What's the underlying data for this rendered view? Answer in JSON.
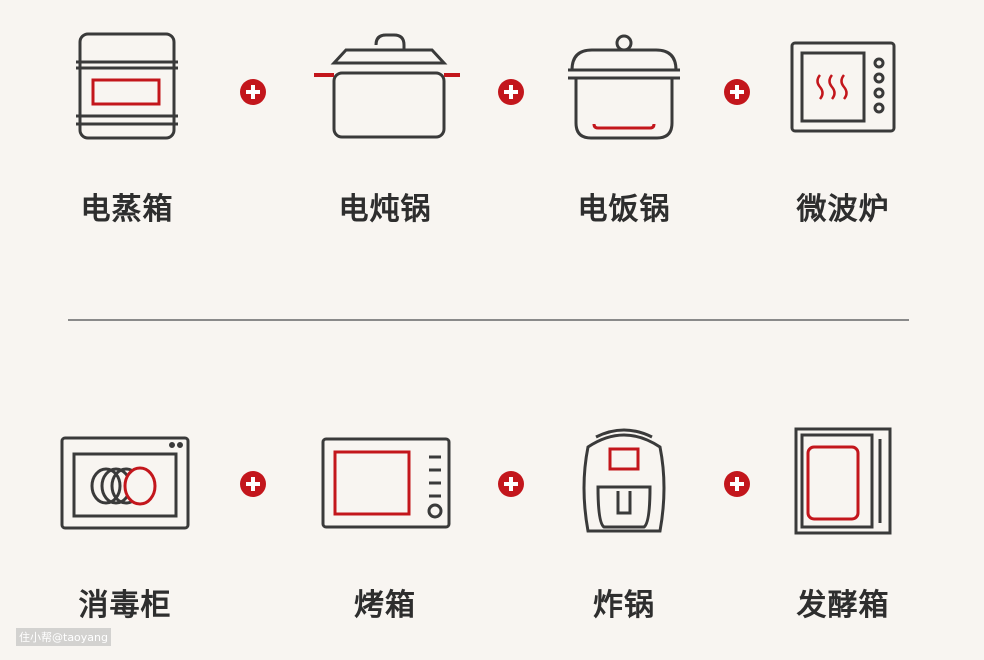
{
  "colors": {
    "accent": "#c3161c",
    "line": "#3a3a3a",
    "background": "#f8f5f1"
  },
  "row1": [
    {
      "label": "电蒸箱",
      "icon": "steamer-icon"
    },
    {
      "label": "电炖锅",
      "icon": "stew-pot-icon"
    },
    {
      "label": "电饭锅",
      "icon": "rice-cooker-icon"
    },
    {
      "label": "微波炉",
      "icon": "microwave-icon"
    }
  ],
  "row2": [
    {
      "label": "消毒柜",
      "icon": "sterilizer-cabinet-icon"
    },
    {
      "label": "烤箱",
      "icon": "oven-icon"
    },
    {
      "label": "炸锅",
      "icon": "air-fryer-icon"
    },
    {
      "label": "发酵箱",
      "icon": "proofing-box-icon"
    }
  ],
  "watermark": "住小帮@taoyang"
}
